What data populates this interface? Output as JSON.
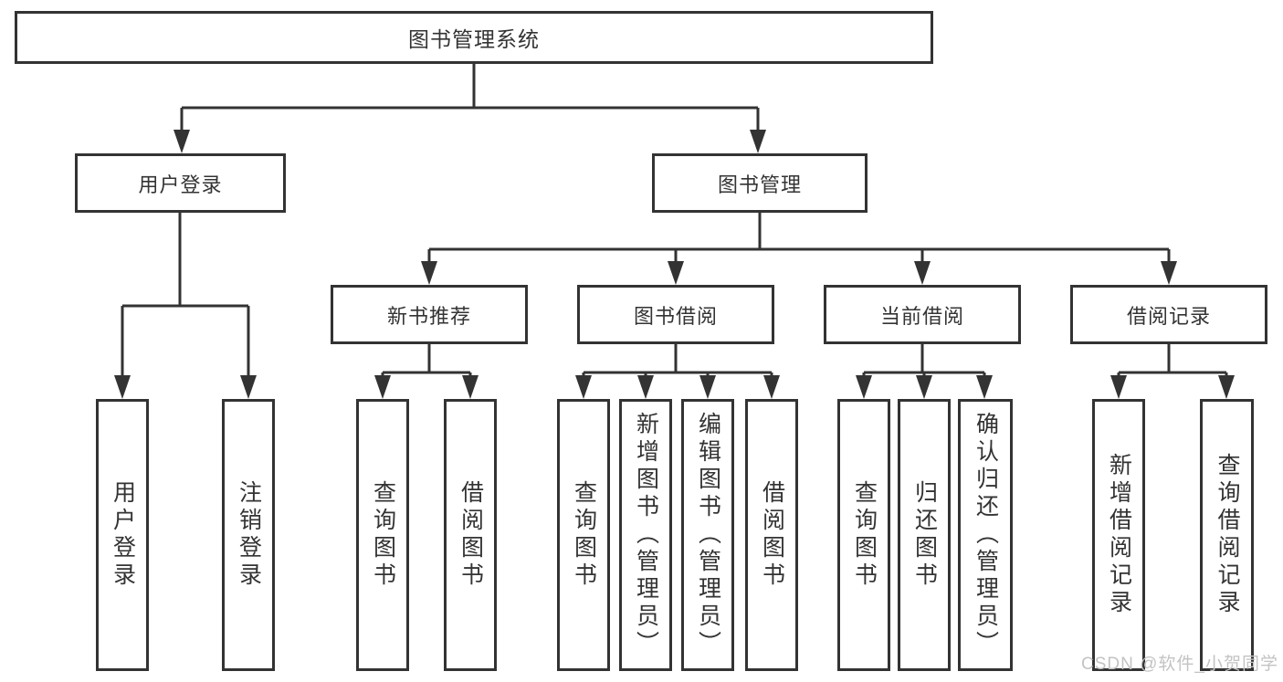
{
  "diagram_title": "图书管理系统",
  "nodes": {
    "root": "图书管理系统",
    "user_login": "用户登录",
    "book_mgmt": "图书管理",
    "new_book_rec": "新书推荐",
    "book_borrow": "图书借阅",
    "current_borrow": "当前借阅",
    "borrow_records": "借阅记录",
    "leaf_user_login": "用户登录",
    "leaf_logout": "注销登录",
    "leaf_nb_query": "查询图书",
    "leaf_nb_borrow": "借阅图书",
    "leaf_bb_query": "查询图书",
    "leaf_bb_add": "新增图书（管理员）",
    "leaf_bb_edit": "编辑图书（管理员）",
    "leaf_bb_borrow": "借阅图书",
    "leaf_cb_query": "查询图书",
    "leaf_cb_return": "归还图书",
    "leaf_cb_confirm": "确认归还（管理员）",
    "leaf_br_add": "新增借阅记录",
    "leaf_br_query": "查询借阅记录"
  },
  "hierarchy": {
    "图书管理系统": {
      "用户登录": [
        "用户登录",
        "注销登录"
      ],
      "图书管理": {
        "新书推荐": [
          "查询图书",
          "借阅图书"
        ],
        "图书借阅": [
          "查询图书",
          "新增图书（管理员）",
          "编辑图书（管理员）",
          "借阅图书"
        ],
        "当前借阅": [
          "查询图书",
          "归还图书",
          "确认归还（管理员）"
        ],
        "借阅记录": [
          "新增借阅记录",
          "查询借阅记录"
        ]
      }
    }
  },
  "watermark": {
    "text": "CSDN @软件_小贺同学"
  },
  "colors": {
    "line": "#333333",
    "box_border": "#333333",
    "box_background": "#ffffff",
    "text": "#333333",
    "watermark": "#c3c3c3",
    "background": "#ffffff"
  }
}
